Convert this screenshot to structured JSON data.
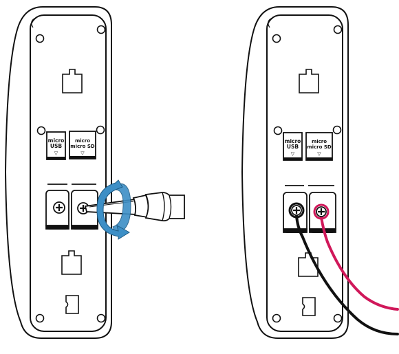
{
  "figure": {
    "left_panel": {
      "slot_usb": {
        "line1": "micro",
        "line2": "USB",
        "arrow": "▽"
      },
      "slot_sd": {
        "line1": "micro",
        "line2": "micro SD",
        "arrow": "▽"
      }
    },
    "right_panel": {
      "slot_usb": {
        "line1": "micro",
        "line2": "USB",
        "arrow": "▽"
      },
      "slot_sd": {
        "line1": "micro",
        "line2": "micro SD",
        "arrow": "▽"
      }
    },
    "colors": {
      "outline": "#111111",
      "rotation_arrow": "#3d8fc6",
      "wire_black": "#111111",
      "wire_red": "#d0185a"
    },
    "icons": [
      "screwdriver-icon",
      "rotation-arrow-icon",
      "terminal-screw-icon"
    ]
  }
}
